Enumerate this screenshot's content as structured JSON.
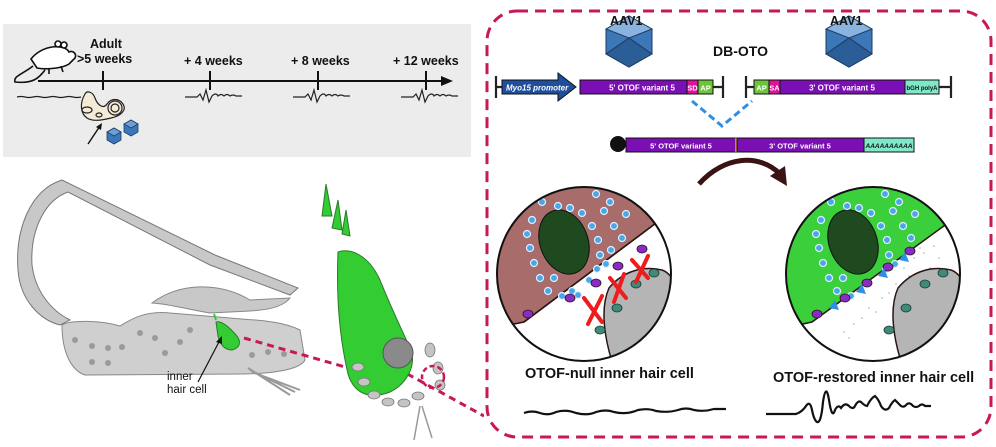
{
  "timeline": {
    "start_label_line1": "Adult",
    "start_label_line2": ">5 weeks",
    "timepoints": [
      "+ 4 weeks",
      "+ 8 weeks",
      "+ 12 weeks"
    ],
    "icons": [
      "mouse-icon",
      "inner-ear-icon",
      "aav-capsid-icon",
      "abr-trace-icon",
      "arrow-icon"
    ]
  },
  "anatomy": {
    "inner_hair_cell_label_line1": "inner",
    "inner_hair_cell_label_line2": "hair cell",
    "colors": {
      "tissue": "#c8c8c8",
      "hair_cell": "#33cc33",
      "highlight_dash": "#c8175a"
    }
  },
  "construct": {
    "title": "DB-OTO",
    "vector_label_left": "AAV1",
    "vector_label_right": "AAV1",
    "five_prime_vector": {
      "promoter": "Myo15 promoter",
      "cds": "5' OTOF variant 5",
      "sd": "SD",
      "ap": "AP"
    },
    "three_prime_vector": {
      "ap": "AP",
      "sa": "SA",
      "cds": "3' OTOF variant 5",
      "polya": "bGH polyA"
    },
    "mrna": {
      "five_prime": "5' OTOF variant 5",
      "three_prime": "3' OTOF variant 5",
      "polya_tail": "AAAAAAAAAA"
    },
    "colors": {
      "promoter": "#1f4e9c",
      "cds": "#7a0fb3",
      "sd_sa": "#e0119c",
      "ap": "#6cc43a",
      "polya": "#7fe8c8",
      "splice_dash": "#2f8fe6",
      "border_dash": "#c8175a"
    }
  },
  "cells": {
    "null_caption": "OTOF-null inner hair cell",
    "restored_caption": "OTOF-restored inner hair cell",
    "colors": {
      "null_cytoplasm": "#a86c6a",
      "restored_cytoplasm": "#3ccf3c",
      "nucleus": "#1f4a1f",
      "vesicle": "#4aa6e6",
      "afferent": "#b5b5b5",
      "block_x": "#ee1c1c"
    }
  }
}
